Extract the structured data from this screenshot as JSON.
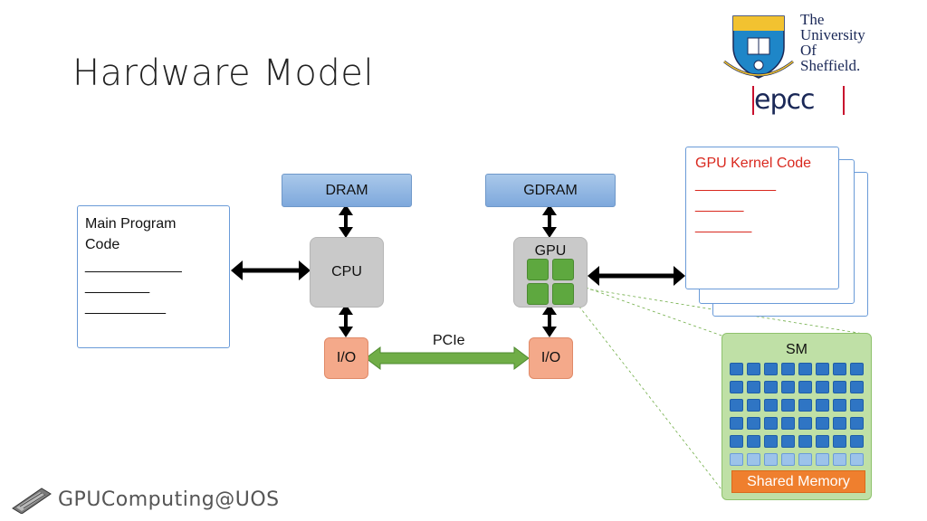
{
  "slide": {
    "title": "Hardware Model"
  },
  "logo": {
    "university_lines": [
      "The",
      "University",
      "Of",
      "Sheffield."
    ],
    "epcc": "epcc"
  },
  "diagram": {
    "dram": "DRAM",
    "gdram": "GDRAM",
    "cpu": "CPU",
    "gpu": "GPU",
    "io_left": "I/O",
    "io_right": "I/O",
    "pcie": "PCIe",
    "main_code": {
      "line1": "Main Program",
      "line2": "Code",
      "placeholders": [
        "____________",
        "________",
        "__________"
      ]
    },
    "kernel_code": {
      "title": "GPU Kernel Code",
      "placeholders": [
        "__________",
        "______",
        "_______"
      ]
    },
    "sm": {
      "label": "SM",
      "shared_memory": "Shared Memory"
    }
  },
  "footer": {
    "brand": "GPUComputing@UOS"
  },
  "colors": {
    "blue_box": "#8fb4e0",
    "cpu_grey": "#c9c9c9",
    "io": "#f4a98a",
    "gpu_core": "#5ea83f",
    "pcie_arrow": "#70ad47",
    "kernel_text": "#d9281e",
    "shared_memory": "#ef7f2e"
  }
}
